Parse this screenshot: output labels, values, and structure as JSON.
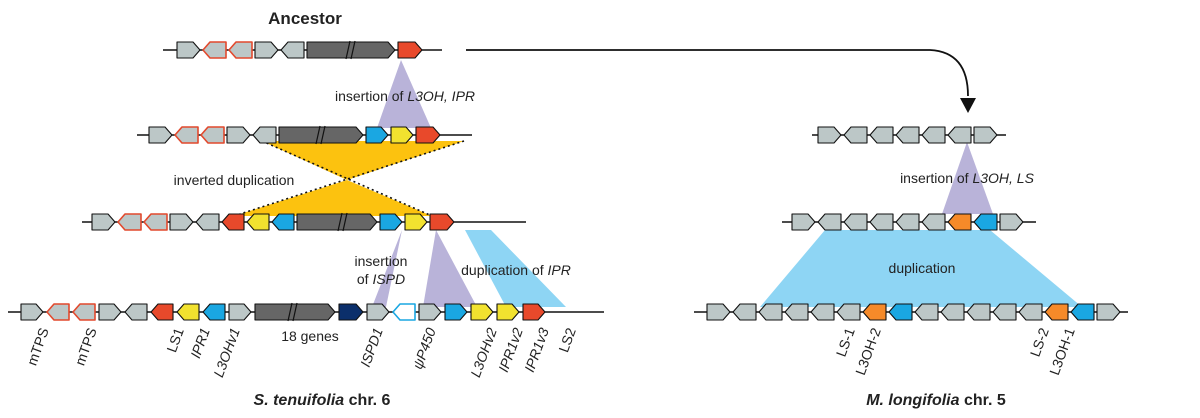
{
  "titles": {
    "ancestor": "Ancestor",
    "left_species": "S. tenuifolia",
    "left_chr": " chr. 6",
    "right_species": "M. longifolia",
    "right_chr": " chr. 5"
  },
  "events": {
    "insertion1_prefix": "insertion of ",
    "insertion1_genes": "L3OH, IPR",
    "inverted_duplication": "inverted duplication",
    "insertion2_line1": "insertion",
    "insertion2_prefix": "of ",
    "insertion2_gene": "ISPD",
    "duplication_ipr_prefix": "duplication of ",
    "duplication_ipr_gene": "IPR",
    "insertion3_prefix": "insertion of ",
    "insertion3_genes": "L3OH, LS",
    "duplication": "duplication"
  },
  "gene_labels": {
    "mtps1": "mTPS",
    "mtps2": "mTPS",
    "ls1": "LS1",
    "ipr1": "IPR1",
    "l3ohv1": "L3OHv1",
    "genes18": "18 genes",
    "ispd1": "ISPD1",
    "psip450": "ψP450",
    "l3ohv2": "L3OHv2",
    "ipr1v2": "IPR1v2",
    "ipr1v3": "IPR1v3",
    "ls2": "LS2",
    "r_ls1": "LS-1",
    "r_l3oh2": "L3OH-2",
    "r_ls2": "LS-2",
    "r_l3oh1": "L3OH-1"
  },
  "colors": {
    "gray": "#bcc7c7",
    "dark_gray": "#666666",
    "ls_red": "#e8492b",
    "ipr_yellow": "#f2e22f",
    "l3oh_blue": "#1aa7e2",
    "ispd_navy": "#0b2f6b",
    "ls_orange": "#f68a29",
    "mtps_outline": "#e2492d",
    "p450_outline": "#1aa7e2",
    "lavender": "#b9b3d9",
    "gold": "#fcc20f",
    "sky": "#8ed5f4"
  }
}
